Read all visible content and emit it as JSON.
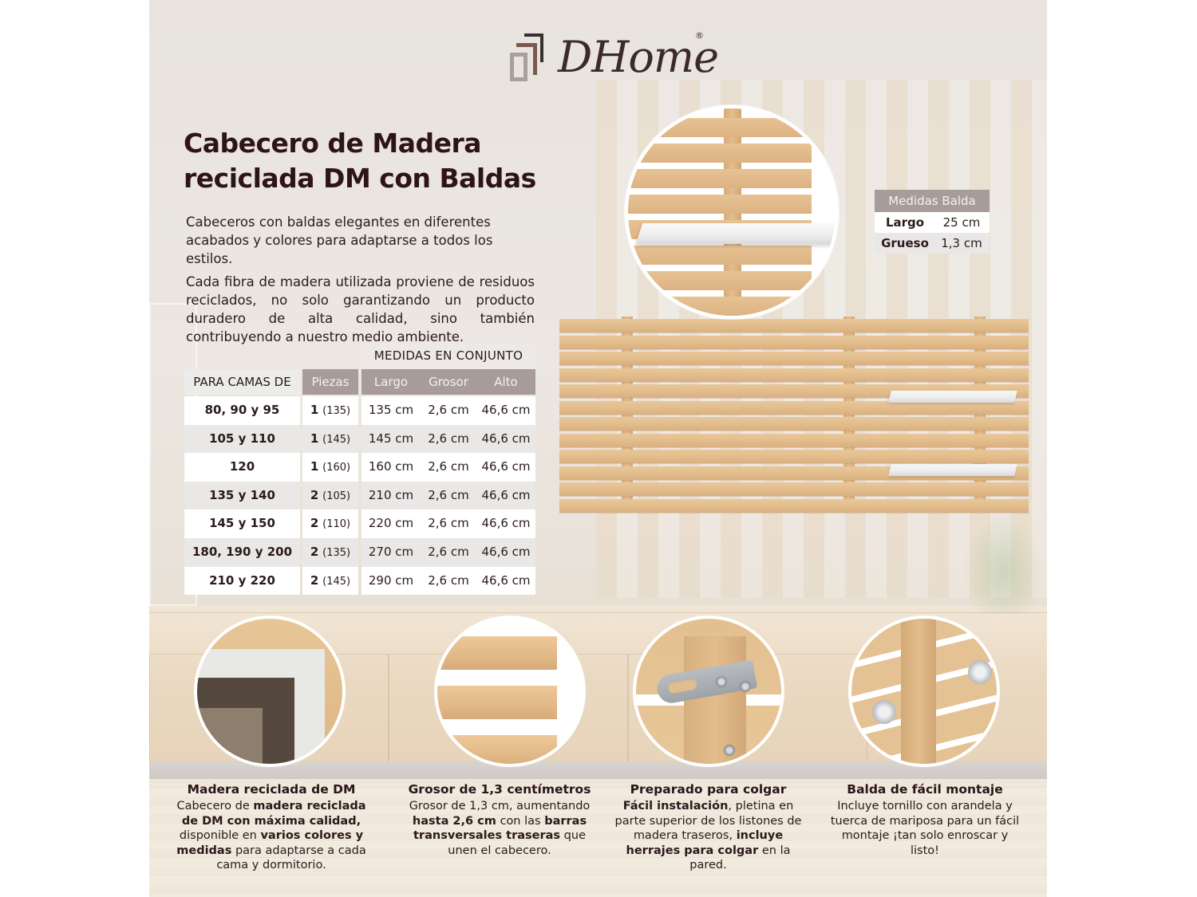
{
  "brand": {
    "logo_text": "DHome",
    "registered_mark": "®",
    "colors": {
      "title": "#2e1418",
      "table_header_bg": "#a89c9a",
      "table_header_text": "#f5f1ef",
      "row_alt": "#e9e8e7",
      "wood": "#e3bd8c",
      "logo_brown": "#7b5a4d"
    }
  },
  "hero": {
    "title_line1": "Cabecero de Madera",
    "title_line2": "reciclada DM con Baldas",
    "paragraph1": "Cabeceros con baldas elegantes en diferentes acabados y colores para adaptarse a todos los estilos.",
    "paragraph2": "Cada fibra de madera utilizada proviene de residuos reciclados, no solo garantizando un producto duradero de alta calidad, sino también contribuyendo a nuestro medio ambiente."
  },
  "size_table": {
    "group_header": "MEDIDAS EN CONJUNTO",
    "headers": {
      "beds": "PARA CAMAS DE",
      "pieces": "Piezas",
      "length": "Largo",
      "thickness": "Grosor",
      "height": "Alto"
    },
    "rows": [
      {
        "beds": "80, 90 y 95",
        "pieces_count": "1",
        "pieces_size": "(135)",
        "length": "135 cm",
        "thickness": "2,6 cm",
        "height": "46,6 cm"
      },
      {
        "beds": "105 y 110",
        "pieces_count": "1",
        "pieces_size": "(145)",
        "length": "145 cm",
        "thickness": "2,6 cm",
        "height": "46,6 cm"
      },
      {
        "beds": "120",
        "pieces_count": "1",
        "pieces_size": "(160)",
        "length": "160 cm",
        "thickness": "2,6 cm",
        "height": "46,6 cm"
      },
      {
        "beds": "135 y 140",
        "pieces_count": "2",
        "pieces_size": "(105)",
        "length": "210 cm",
        "thickness": "2,6 cm",
        "height": "46,6 cm"
      },
      {
        "beds": "145 y 150",
        "pieces_count": "2",
        "pieces_size": "(110)",
        "length": "220 cm",
        "thickness": "2,6 cm",
        "height": "46,6 cm"
      },
      {
        "beds": "180, 190 y 200",
        "pieces_count": "2",
        "pieces_size": "(135)",
        "length": "270 cm",
        "thickness": "2,6 cm",
        "height": "46,6 cm"
      },
      {
        "beds": "210 y 220",
        "pieces_count": "2",
        "pieces_size": "(145)",
        "length": "290 cm",
        "thickness": "2,6 cm",
        "height": "46,6 cm"
      }
    ]
  },
  "shelf_table": {
    "header": "Medidas Balda",
    "rows": [
      {
        "label": "Largo",
        "value": "25 cm"
      },
      {
        "label": "Grueso",
        "value": "1,3 cm"
      }
    ]
  },
  "features": [
    {
      "icon": "wood-finishes-swatch",
      "title": "Madera reciclada de DM",
      "parts": [
        {
          "t": "Cabecero de ",
          "b": false
        },
        {
          "t": "madera reciclada de DM con máxima calidad,",
          "b": true
        },
        {
          "t": " disponible en ",
          "b": false
        },
        {
          "t": "varios colores y medidas",
          "b": true
        },
        {
          "t": " para adaptarse a cada cama y dormitorio.",
          "b": false
        }
      ]
    },
    {
      "icon": "slats-thickness-detail",
      "title": "Grosor de 1,3 centímetros",
      "parts": [
        {
          "t": "Grosor de 1,3 cm, aumentando ",
          "b": false
        },
        {
          "t": "hasta 2,6 cm",
          "b": true
        },
        {
          "t": " con las ",
          "b": false
        },
        {
          "t": "barras transversales traseras",
          "b": true
        },
        {
          "t": " que unen el cabecero.",
          "b": false
        }
      ]
    },
    {
      "icon": "hanging-bracket-detail",
      "title": "Preparado para colgar",
      "parts": [
        {
          "t": "Fácil instalación",
          "b": true
        },
        {
          "t": ", pletina en parte superior de los listones de madera traseros, ",
          "b": false
        },
        {
          "t": "incluye herrajes para colgar",
          "b": true
        },
        {
          "t": " en la pared.",
          "b": false
        }
      ]
    },
    {
      "icon": "wingnut-washer-detail",
      "title": "Balda de fácil montaje",
      "parts": [
        {
          "t": "Incluye tornillo con arandela y tuerca de mariposa para un fácil montaje ¡tan solo enroscar y listo!",
          "b": false
        }
      ]
    }
  ]
}
